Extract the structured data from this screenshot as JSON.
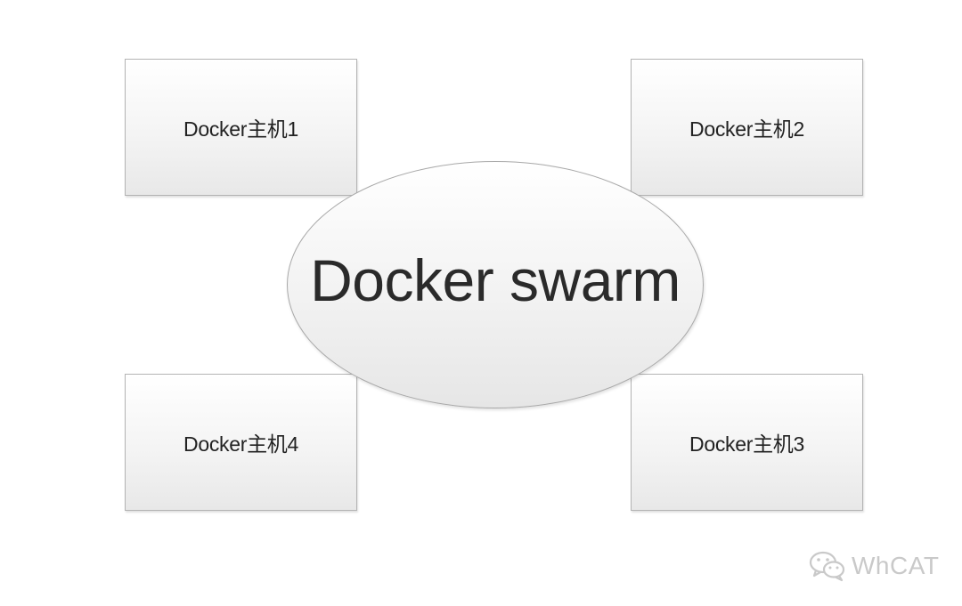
{
  "diagram": {
    "center": {
      "label": "Docker swarm"
    },
    "hosts": [
      {
        "id": "host-1",
        "label": "Docker主机1"
      },
      {
        "id": "host-2",
        "label": "Docker主机2"
      },
      {
        "id": "host-3",
        "label": "Docker主机3"
      },
      {
        "id": "host-4",
        "label": "Docker主机4"
      }
    ]
  },
  "watermark": {
    "icon": "wechat-icon",
    "text": "WhCAT"
  }
}
